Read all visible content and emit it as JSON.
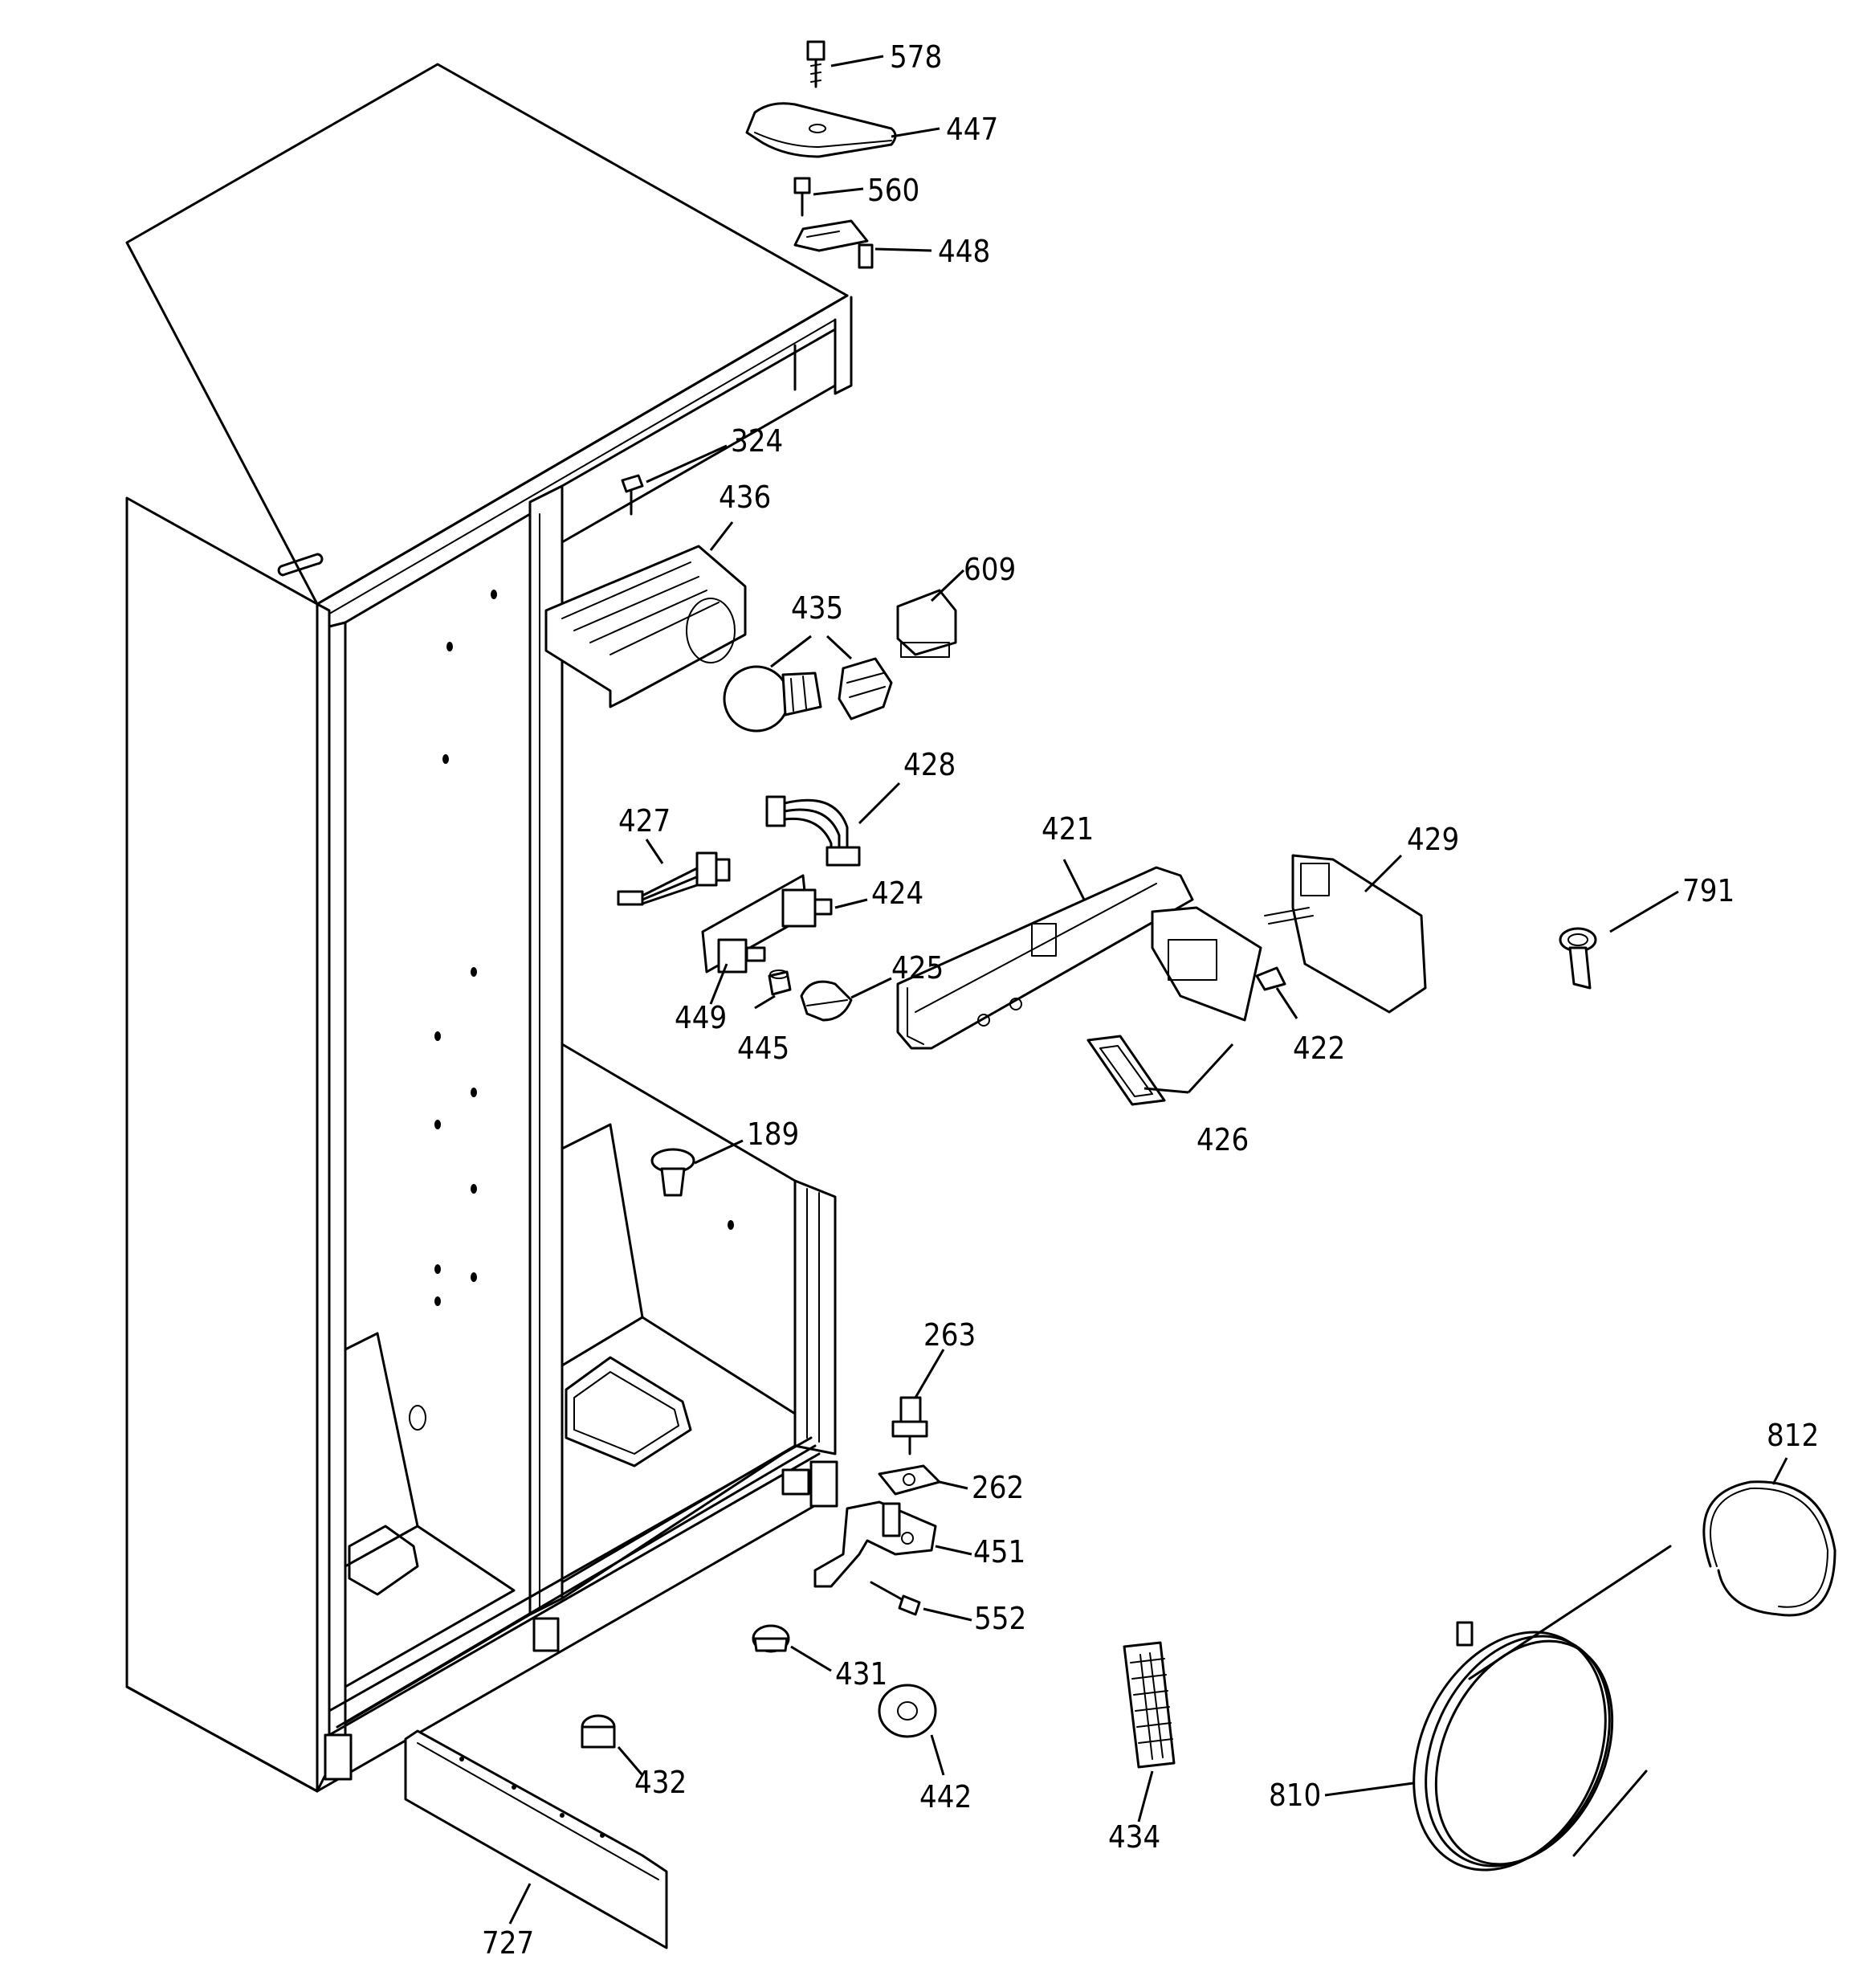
{
  "diagram": {
    "callouts": [
      {
        "id": "578",
        "label": "578"
      },
      {
        "id": "447",
        "label": "447"
      },
      {
        "id": "560",
        "label": "560"
      },
      {
        "id": "448",
        "label": "448"
      },
      {
        "id": "324",
        "label": "324"
      },
      {
        "id": "436",
        "label": "436"
      },
      {
        "id": "609",
        "label": "609"
      },
      {
        "id": "435",
        "label": "435"
      },
      {
        "id": "428",
        "label": "428"
      },
      {
        "id": "427",
        "label": "427"
      },
      {
        "id": "421",
        "label": "421"
      },
      {
        "id": "429",
        "label": "429"
      },
      {
        "id": "791",
        "label": "791"
      },
      {
        "id": "424",
        "label": "424"
      },
      {
        "id": "425",
        "label": "425"
      },
      {
        "id": "449",
        "label": "449"
      },
      {
        "id": "445",
        "label": "445"
      },
      {
        "id": "422",
        "label": "422"
      },
      {
        "id": "426",
        "label": "426"
      },
      {
        "id": "189",
        "label": "189"
      },
      {
        "id": "263",
        "label": "263"
      },
      {
        "id": "812",
        "label": "812"
      },
      {
        "id": "262",
        "label": "262"
      },
      {
        "id": "451",
        "label": "451"
      },
      {
        "id": "552",
        "label": "552"
      },
      {
        "id": "431",
        "label": "431"
      },
      {
        "id": "432",
        "label": "432"
      },
      {
        "id": "442",
        "label": "442"
      },
      {
        "id": "434",
        "label": "434"
      },
      {
        "id": "810",
        "label": "810"
      },
      {
        "id": "727",
        "label": "727"
      }
    ]
  }
}
